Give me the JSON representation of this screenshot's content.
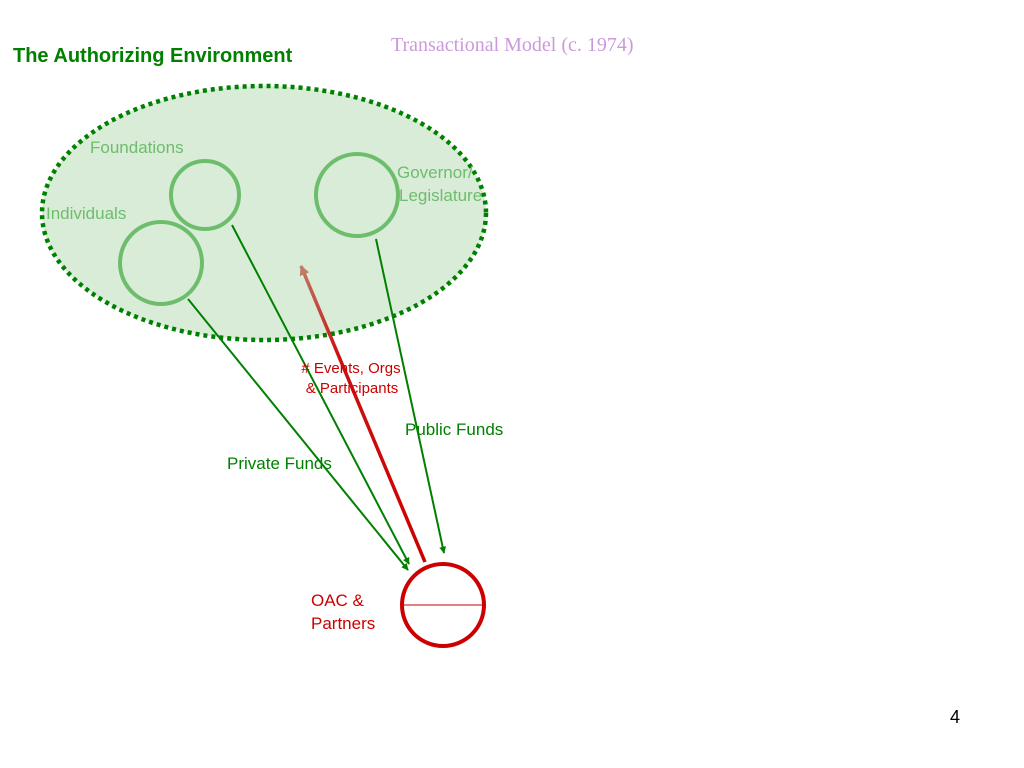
{
  "slide": {
    "title": "The Authorizing Environment",
    "subtitle": "Transactional Model (c. 1974)",
    "page_number": "4"
  },
  "diagram": {
    "nodes": {
      "foundations": {
        "label": "Foundations"
      },
      "individuals": {
        "label": "Individuals"
      },
      "governor": {
        "label_line1": "Governor/",
        "label_line2": "Legislature"
      },
      "oac": {
        "label_line1": "OAC &",
        "label_line2": "Partners"
      }
    },
    "flows": {
      "private_funds": {
        "label": "Private Funds"
      },
      "public_funds": {
        "label": "Public Funds"
      },
      "events": {
        "label_line1": "# Events, Orgs",
        "label_line2": "& Participants"
      }
    }
  },
  "colors": {
    "title_green": "#008000",
    "subtitle_lilac": "#cc99dd",
    "environment_fill": "#d9ecd8",
    "environment_border": "#008000",
    "source_circle": "#6dbd6d",
    "source_label": "#6dbd6d",
    "funds_arrow": "#008000",
    "oac_red": "#cc0000",
    "events_arrow_head": "#c07a66"
  }
}
